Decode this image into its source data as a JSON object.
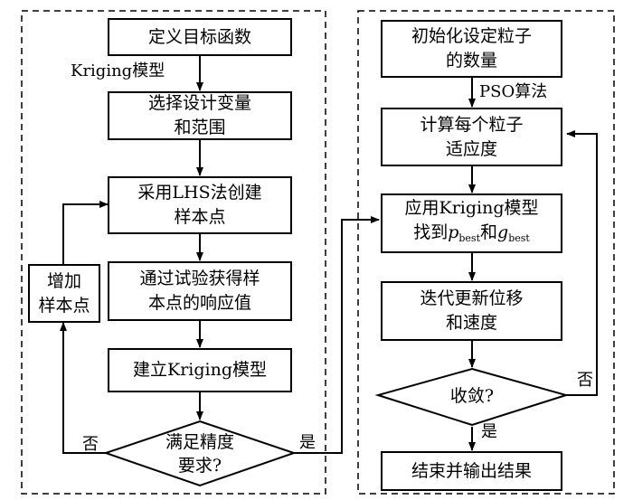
{
  "left_panel": {
    "define_objective": "定义目标函数",
    "kriging_model_label": "Kriging模型",
    "select_variables": [
      "选择设计变量",
      "和范围"
    ],
    "lhs_sampling": [
      "采用LHS法创建",
      "样本点"
    ],
    "obtain_responses": [
      "通过试验获得样",
      "本点的响应值"
    ],
    "build_kriging": "建立Kriging模型",
    "add_samples": [
      "增加",
      "样本点"
    ],
    "accuracy_check": [
      "满足精度",
      "要求?"
    ],
    "no_label": "否",
    "yes_label": "是"
  },
  "right_panel": {
    "init_particles": [
      "初始化设定粒子",
      "的数量"
    ],
    "pso_label": "PSO算法",
    "compute_fitness": [
      "计算每个粒子",
      "适应度"
    ],
    "apply_kriging_line1": "应用Kriging模型",
    "find_prefix": "找到",
    "p_symbol": "p",
    "p_sub": "best",
    "and_text": "和",
    "g_symbol": "g",
    "g_sub": "best",
    "update_position": [
      "迭代更新位移",
      "和速度"
    ],
    "converge_check": "收敛?",
    "no_label": "否",
    "yes_label": "是",
    "output_result": "结束并输出结果"
  },
  "colors": {
    "line": "#000000",
    "background": "#ffffff"
  }
}
